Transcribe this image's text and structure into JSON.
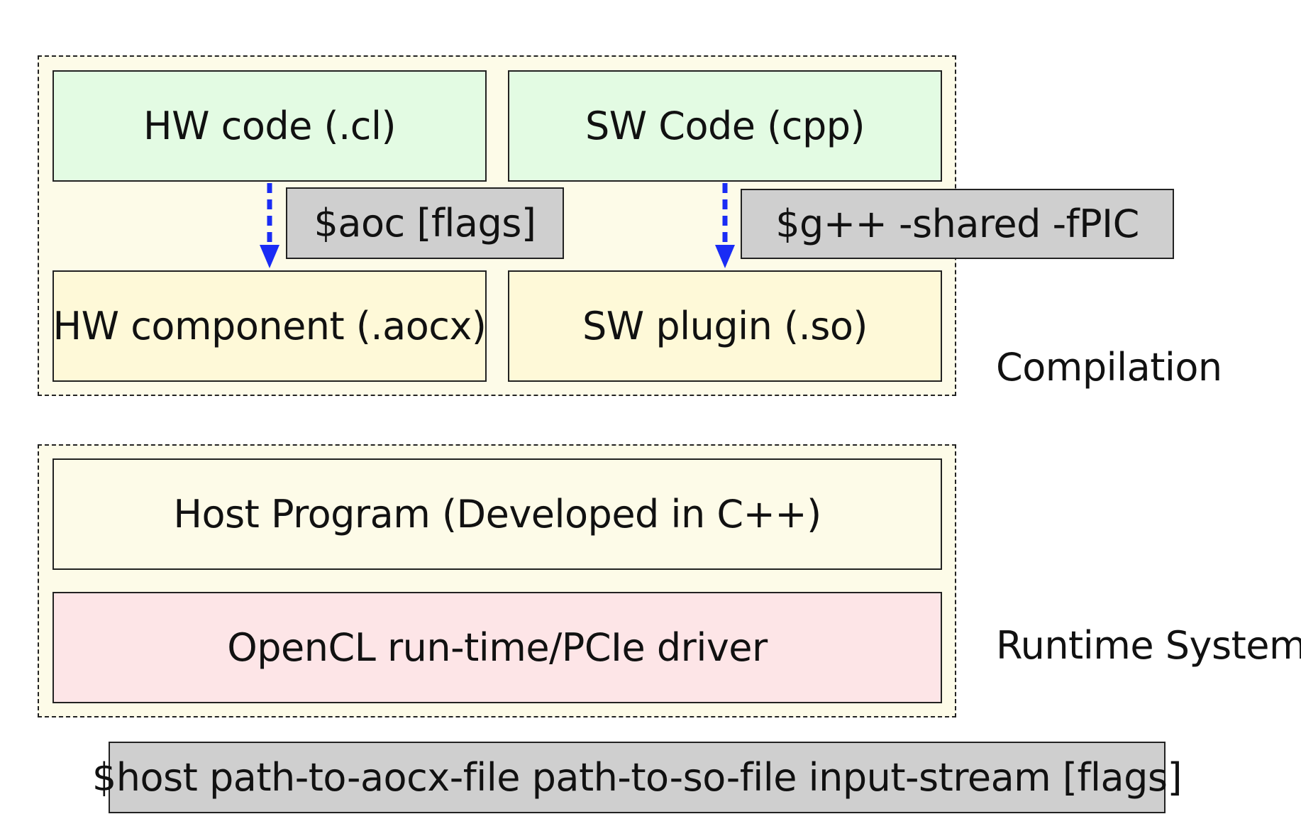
{
  "compilation": {
    "label": "Compilation",
    "hw_code": "HW code (.cl)",
    "sw_code": "SW Code (cpp)",
    "hw_command": "$aoc [flags]",
    "sw_command": "$g++ -shared -fPIC",
    "hw_component": "HW component (.aocx)",
    "sw_plugin": "SW plugin (.so)"
  },
  "runtime": {
    "label": "Runtime System",
    "host_program": "Host Program (Developed in C++)",
    "driver": "OpenCL run-time/PCIe driver"
  },
  "host_command": "$host path-to-aocx-file path-to-so-file input-stream [flags]",
  "colors": {
    "arrow": "#1a2cf5",
    "source_fill": "#e3fbe3",
    "artifact_fill": "#fef9d8",
    "group_fill": "#fdfbe8",
    "driver_fill": "#fde5e7",
    "command_fill": "#cfcfcf"
  }
}
